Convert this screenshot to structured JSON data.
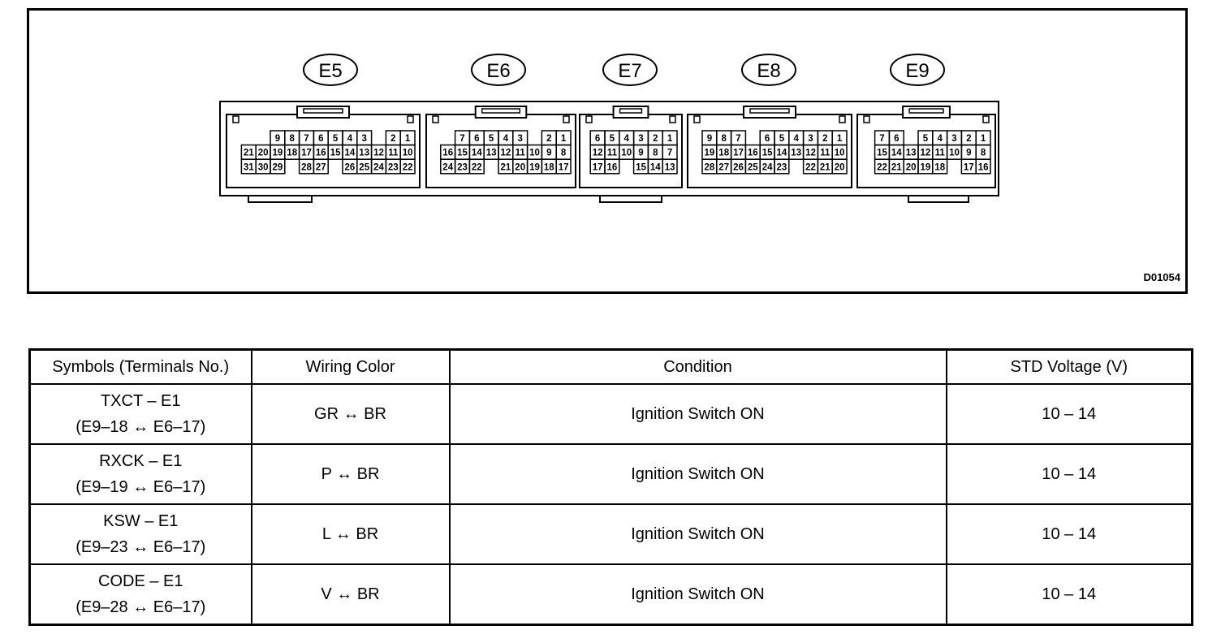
{
  "drawing_code": "D01054",
  "connectors": [
    {
      "label": "E5",
      "rows": [
        [
          "",
          "9",
          "8",
          "7",
          "6",
          "5",
          "4",
          "3",
          "",
          "2",
          "1"
        ],
        [
          "21",
          "20",
          "19",
          "18",
          "17",
          "16",
          "15",
          "14",
          "13",
          "12",
          "11",
          "10"
        ],
        [
          "31",
          "30",
          "29",
          "",
          "28",
          "27",
          "",
          "26",
          "25",
          "24",
          "23",
          "22"
        ]
      ]
    },
    {
      "label": "E6",
      "rows": [
        [
          "",
          "7",
          "6",
          "5",
          "4",
          "3",
          "",
          "2",
          "1"
        ],
        [
          "16",
          "15",
          "14",
          "13",
          "12",
          "11",
          "10",
          "9",
          "8"
        ],
        [
          "24",
          "23",
          "22",
          "",
          "21",
          "20",
          "19",
          "18",
          "17"
        ]
      ]
    },
    {
      "label": "E7",
      "rows": [
        [
          "6",
          "5",
          "4",
          "3",
          "2",
          "1"
        ],
        [
          "12",
          "11",
          "10",
          "9",
          "8",
          "7"
        ],
        [
          "17",
          "16",
          "",
          "15",
          "14",
          "13"
        ]
      ]
    },
    {
      "label": "E8",
      "rows": [
        [
          "9",
          "8",
          "7",
          "",
          "6",
          "5",
          "4",
          "3",
          "2",
          "1"
        ],
        [
          "19",
          "18",
          "17",
          "16",
          "15",
          "14",
          "13",
          "12",
          "11",
          "10"
        ],
        [
          "28",
          "27",
          "26",
          "25",
          "24",
          "23",
          "",
          "22",
          "21",
          "20"
        ]
      ]
    },
    {
      "label": "E9",
      "rows": [
        [
          "7",
          "6",
          "",
          "5",
          "4",
          "3",
          "2",
          "1"
        ],
        [
          "15",
          "14",
          "13",
          "12",
          "11",
          "10",
          "9",
          "8"
        ],
        [
          "22",
          "21",
          "20",
          "19",
          "18",
          "",
          "17",
          "16"
        ]
      ]
    }
  ],
  "table": {
    "headers": [
      "Symbols (Terminals No.)",
      "Wiring Color",
      "Condition",
      "STD Voltage (V)"
    ],
    "rows": [
      {
        "symbol": "TXCT – E1",
        "terminals": "(E9–18 ↔ E6–17)",
        "wiring": "GR ↔ BR",
        "condition": "Ignition Switch ON",
        "voltage": "10 – 14"
      },
      {
        "symbol": "RXCK – E1",
        "terminals": "(E9–19 ↔ E6–17)",
        "wiring": "P ↔ BR",
        "condition": "Ignition Switch ON",
        "voltage": "10 – 14"
      },
      {
        "symbol": "KSW – E1",
        "terminals": "(E9–23 ↔ E6–17)",
        "wiring": "L ↔ BR",
        "condition": "Ignition Switch ON",
        "voltage": "10 – 14"
      },
      {
        "symbol": "CODE – E1",
        "terminals": "(E9–28 ↔ E6–17)",
        "wiring": "V ↔ BR",
        "condition": "Ignition Switch ON",
        "voltage": "10 – 14"
      }
    ]
  }
}
